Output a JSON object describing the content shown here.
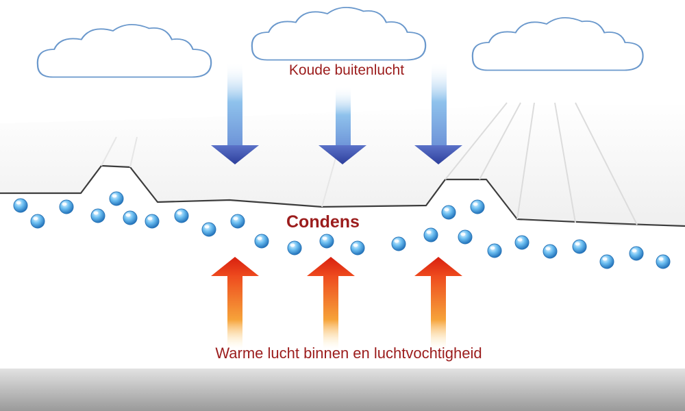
{
  "labels": {
    "cold_outside_air": "Koude buitenlucht",
    "condensation": "Condens",
    "warm_inside_air": "Warme lucht binnen en luchtvochtigheid"
  },
  "colors": {
    "label_text": "#9b1c1c",
    "cold_arrow": "#3b4fae",
    "warm_arrow": "#e8321a",
    "droplet": "#4aa7e6",
    "cloud_stroke": "#5b8ec4",
    "roof": "#f2f2f2",
    "floor": "#9a9a9a"
  },
  "icons": {
    "cloud": "cloud-icon",
    "cold_arrow": "arrow-down-icon",
    "warm_arrow": "arrow-up-icon",
    "droplet": "water-droplet-icon"
  }
}
